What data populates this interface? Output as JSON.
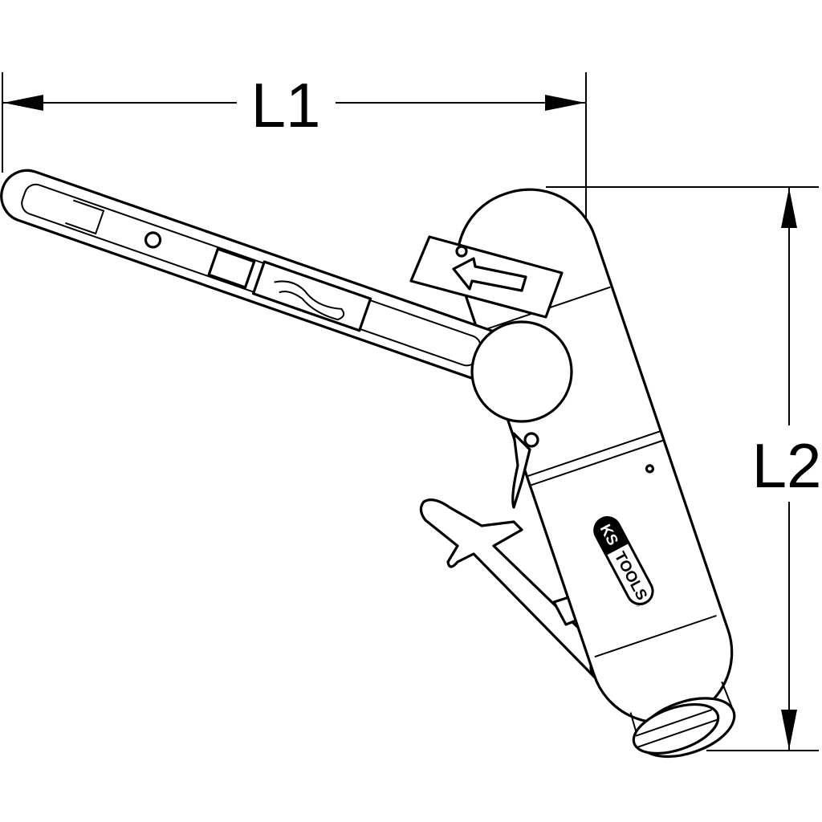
{
  "dimensions": {
    "l1_label": "L1",
    "l2_label": "L2"
  },
  "logo": {
    "brand_ks": "KS",
    "brand_tools": "TOOLS",
    "registered": "®"
  },
  "colors": {
    "line": "#000000",
    "background": "#ffffff"
  }
}
